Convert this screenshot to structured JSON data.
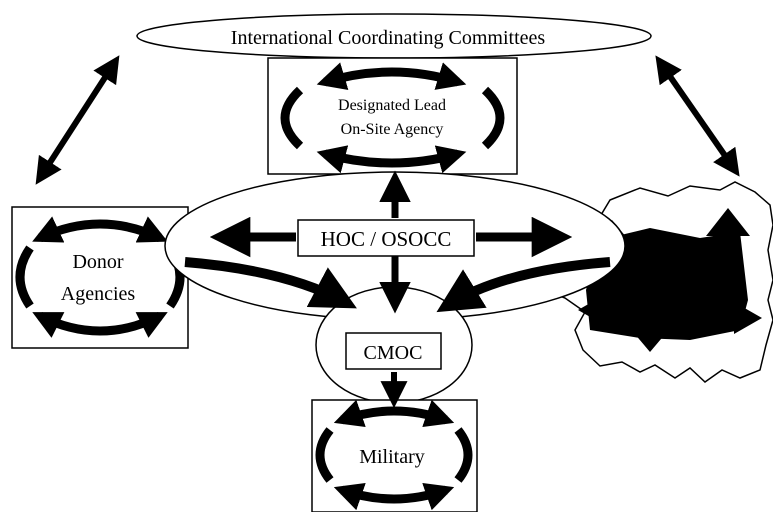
{
  "labels": {
    "committees": "International Coordinating Committees",
    "lead_line1": "Designated Lead",
    "lead_line2": "On-Site Agency",
    "hoc": "HOC / OSOCC",
    "donor_line1": "Donor",
    "donor_line2": "Agencies",
    "cmoc": "CMOC",
    "military": "Military"
  },
  "colors": {
    "ink": "#000000",
    "paper": "#ffffff"
  }
}
